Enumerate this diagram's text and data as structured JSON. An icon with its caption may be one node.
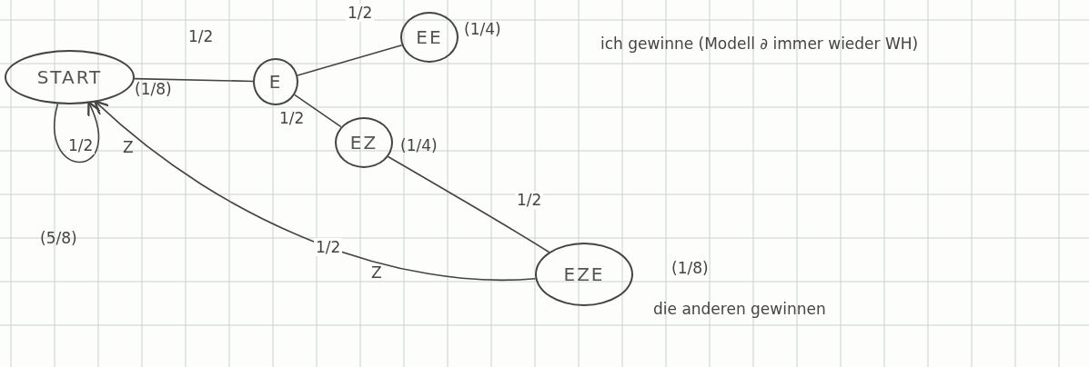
{
  "diagram": {
    "nodes": [
      {
        "text": [
          "START"
        ]
      },
      {
        "text": [
          "E"
        ]
      },
      {
        "text": [
          "EE"
        ],
        "beside": [
          "(1/4)"
        ]
      },
      {
        "text": [
          "EZ"
        ],
        "beside": [
          "(1/4)"
        ]
      },
      {
        "text": [
          "EZE"
        ],
        "beside": [
          "(1/8)",
          "die anderen gewinnen"
        ]
      }
    ],
    "edges": [
      {
        "from": 0,
        "to": 1,
        "arrow": "none",
        "label": "1/2"
      },
      {
        "from": 1,
        "to": 2,
        "arrow": "none",
        "label": "1/2"
      },
      {
        "from": 1,
        "to": 3,
        "arrow": "none",
        "label": "1/2"
      },
      {
        "from": 3,
        "to": 4,
        "arrow": "none",
        "label": "1/2"
      },
      {
        "from": 4,
        "to": 0,
        "arrow": "to",
        "label": "1/2"
      },
      {
        "from": 0,
        "to": 0,
        "arrow": "to",
        "label": "1/2"
      }
    ],
    "labels": [
      "Z",
      "(1/8)",
      "(5/8)",
      "Z",
      "ich gewinne (Modell ∂ immer wieder WH)"
    ]
  }
}
